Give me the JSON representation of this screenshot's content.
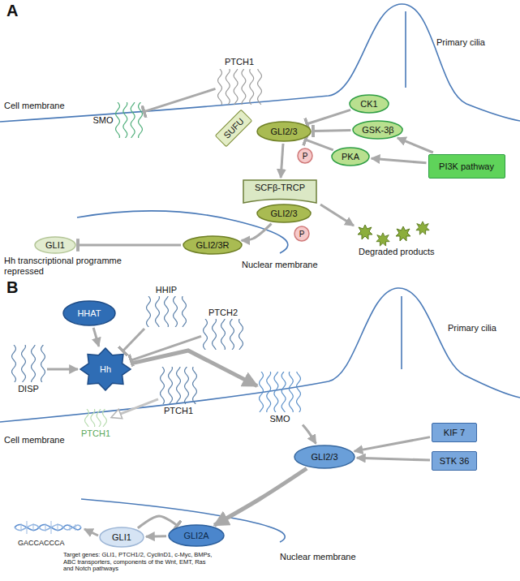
{
  "diagram": {
    "nodes": [
      {
        "text": [
          "PTCH1"
        ]
      },
      {
        "text": [
          "SMO"
        ]
      },
      {
        "text": [
          "CK1"
        ]
      },
      {
        "text": [
          "SUFU"
        ]
      },
      {
        "text": [
          "GLI2/3"
        ]
      },
      {
        "text": [
          "GSK-3β"
        ]
      },
      {
        "text": [
          "P"
        ]
      },
      {
        "text": [
          "PKA"
        ]
      },
      {
        "text": [
          "PI3K pathway"
        ]
      },
      {
        "text": [
          "SCFβ-TRCP"
        ]
      },
      {
        "text": [
          "GLI2/3"
        ]
      },
      {
        "text": [
          "P"
        ]
      },
      {
        "text": [
          "GLI2/3R"
        ]
      },
      {
        "text": [
          "GLI1"
        ]
      },
      {
        "text": [
          "HHIP"
        ]
      },
      {
        "text": [
          "HHAT"
        ]
      },
      {
        "text": [
          "PTCH2"
        ]
      },
      {
        "text": [
          "DISP"
        ]
      },
      {
        "text": [
          "Hh"
        ]
      },
      {
        "text": [
          "PTCH1"
        ]
      },
      {
        "text": [
          "PTCH1"
        ]
      },
      {
        "text": [
          "SMO"
        ]
      },
      {
        "text": [
          "KIF 7"
        ]
      },
      {
        "text": [
          "GLI2/3"
        ]
      },
      {
        "text": [
          "STK 36"
        ]
      },
      {
        "text": [
          "GLI1"
        ]
      },
      {
        "text": [
          "GLI2A"
        ]
      }
    ],
    "edges": [
      {
        "from": 0,
        "to": 1,
        "arrow": "to"
      },
      {
        "from": 2,
        "to": 4,
        "arrow": "to"
      },
      {
        "from": 5,
        "to": 4,
        "arrow": "to"
      },
      {
        "from": 7,
        "to": 4,
        "arrow": "to"
      },
      {
        "from": 8,
        "to": 5,
        "arrow": "to"
      },
      {
        "from": 8,
        "to": 7,
        "arrow": "to"
      },
      {
        "from": 4,
        "to": 9,
        "arrow": "to"
      },
      {
        "from": 10,
        "to": 12,
        "arrow": "to"
      },
      {
        "from": 12,
        "to": 13,
        "arrow": "to"
      },
      {
        "from": 15,
        "to": 18,
        "arrow": "to"
      },
      {
        "from": 17,
        "to": 18,
        "arrow": "to"
      },
      {
        "from": 14,
        "to": 18,
        "arrow": "to"
      },
      {
        "from": 16,
        "to": 18,
        "arrow": "to"
      },
      {
        "from": 18,
        "to": 21,
        "arrow": "to"
      },
      {
        "from": 19,
        "to": 20,
        "arrow": "to"
      },
      {
        "from": 21,
        "to": 23,
        "arrow": "to"
      },
      {
        "from": 22,
        "to": 23,
        "arrow": "to"
      },
      {
        "from": 24,
        "to": 23,
        "arrow": "to"
      },
      {
        "from": 23,
        "to": 26,
        "arrow": "to"
      },
      {
        "from": 26,
        "to": 25,
        "arrow": "to"
      },
      {
        "from": 25,
        "to": 26,
        "arrow": "to"
      }
    ],
    "labels": [
      "A",
      "Cell membrane",
      "Primary cilia",
      "Hh transcriptional programme repressed",
      "Degraded products",
      "Nuclear membrane",
      "B",
      "Primary cilia",
      "Cell membrane",
      "Nuclear membrane",
      "GACCACCCA",
      "Target genes: GLI1, PTCH1/2, CyclinD1, c-Myc, BMPs, ABC transporters, components of the Wnt, EMT, Ras and Notch pathways"
    ]
  }
}
